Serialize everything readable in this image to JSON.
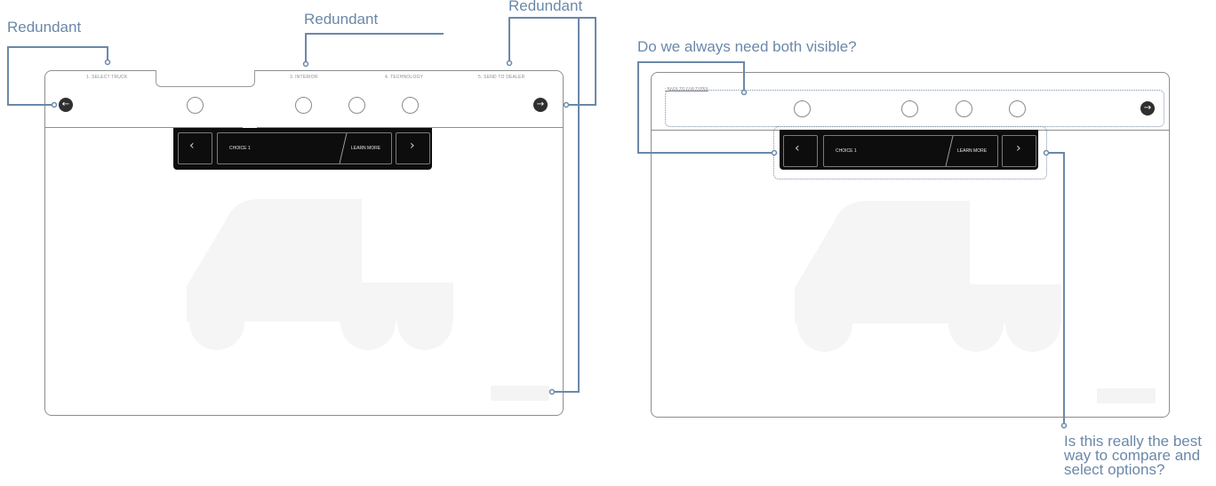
{
  "annotations": {
    "redundant_a": "Redundant",
    "redundant_b": "Redundant",
    "redundant_c": "Redundant",
    "both_visible": "Do we always need both visible?",
    "compare": "Is this really the best way to compare and select options?"
  },
  "left_screen": {
    "steps": [
      "1. SELECT TRUCK",
      "",
      "3. INTERIOR",
      "4. TECHNOLOGY",
      "5. SEND TO DEALER"
    ],
    "choice_label": "CHOICE 1",
    "learn_more": "LEARN MORE",
    "prev_icon": "arrow-left-icon",
    "next_icon": "arrow-right-icon"
  },
  "right_screen": {
    "back_link": "‹  BACK TO CAB TYPES",
    "choice_label": "CHOICE 1",
    "learn_more": "LEARN MORE",
    "next_icon": "arrow-right-icon"
  },
  "colors": {
    "annotation": "#6b88a8",
    "bar": "#0d0d0d",
    "truck_silhouette": "#f5f5f5"
  }
}
